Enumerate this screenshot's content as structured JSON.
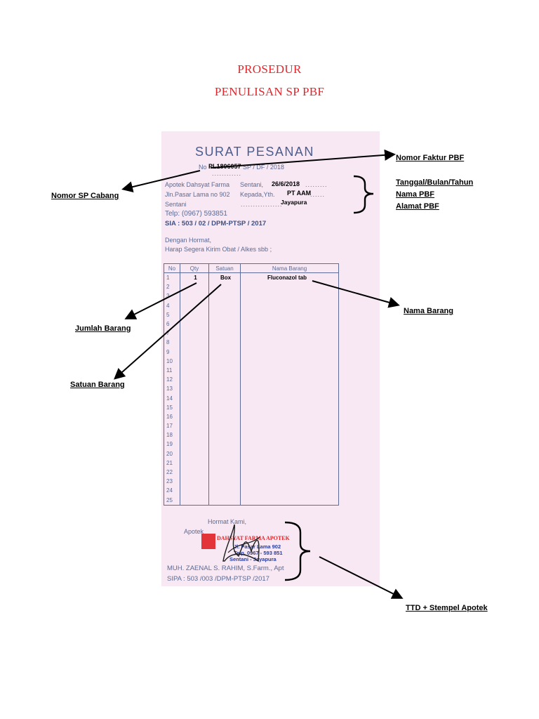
{
  "heading": {
    "line1": "PROSEDUR",
    "line2": "PENULISAN SP PBF"
  },
  "form": {
    "title": "SURAT PESANAN",
    "no_label": "No",
    "no_value": "PL1806057",
    "no_suffix": "SP / DF / 2018",
    "no_dots": "............",
    "pharmacy_name": "Apotek Dahsyat Farma",
    "pharmacy_address": "Jln.Pasar Lama no 902",
    "pharmacy_city": "Sentani",
    "pharmacy_phone": "Telp: (0967) 593851",
    "sia": "SIA : 503 / 02 / DPM-PTSP / 2017",
    "date_label": "Sentani,",
    "date_value": "26/6/2018",
    "to_label": "Kepada,Yth.",
    "to_value": "PT AAM",
    "to_city": "Jayapura",
    "greeting": "Dengan Hormat,",
    "request": "Harap Segera Kirim Obat / Alkes sbb ;",
    "table": {
      "headers": [
        "No",
        "Qty",
        "Satuan",
        "Nama Barang"
      ],
      "row_numbers": [
        "1",
        "2",
        "3",
        "4",
        "5",
        "6",
        "7",
        "8",
        "9",
        "10",
        "11",
        "12",
        "13",
        "14",
        "15",
        "16",
        "17",
        "18",
        "19",
        "20",
        "21",
        "22",
        "23",
        "24",
        "25"
      ],
      "first_row": {
        "qty": "1",
        "unit": "Box",
        "item": "Fluconazol tab"
      }
    },
    "closing": "Hormat Kami,",
    "closing_sub": "Apotek",
    "stamp_name": "DAHSYAT FARMA APOTEK",
    "stamp_address": "Jl. Pasar Lama 902",
    "stamp_phone": "Telp. 0967 - 593 851",
    "stamp_city": "Sentani - Jayapura",
    "pharmacist": "MUH. ZAENAL S. RAHIM, S.Farm., Apt",
    "sipa": "SIPA : 503 /003 /DPM-PTSP /2017"
  },
  "annotations": {
    "nomor_faktur": "Nomor Faktur PBF",
    "nomor_sp": "Nomor SP Cabang",
    "tanggal": "Tanggal/Bulan/Tahun",
    "nama_pbf": "Nama PBF",
    "alamat_pbf": "Alamat PBF",
    "nama_barang": "Nama Barang",
    "jumlah_barang": "Jumlah Barang",
    "satuan_barang": "Satuan Barang",
    "ttd": "TTD + Stempel Apotek"
  }
}
